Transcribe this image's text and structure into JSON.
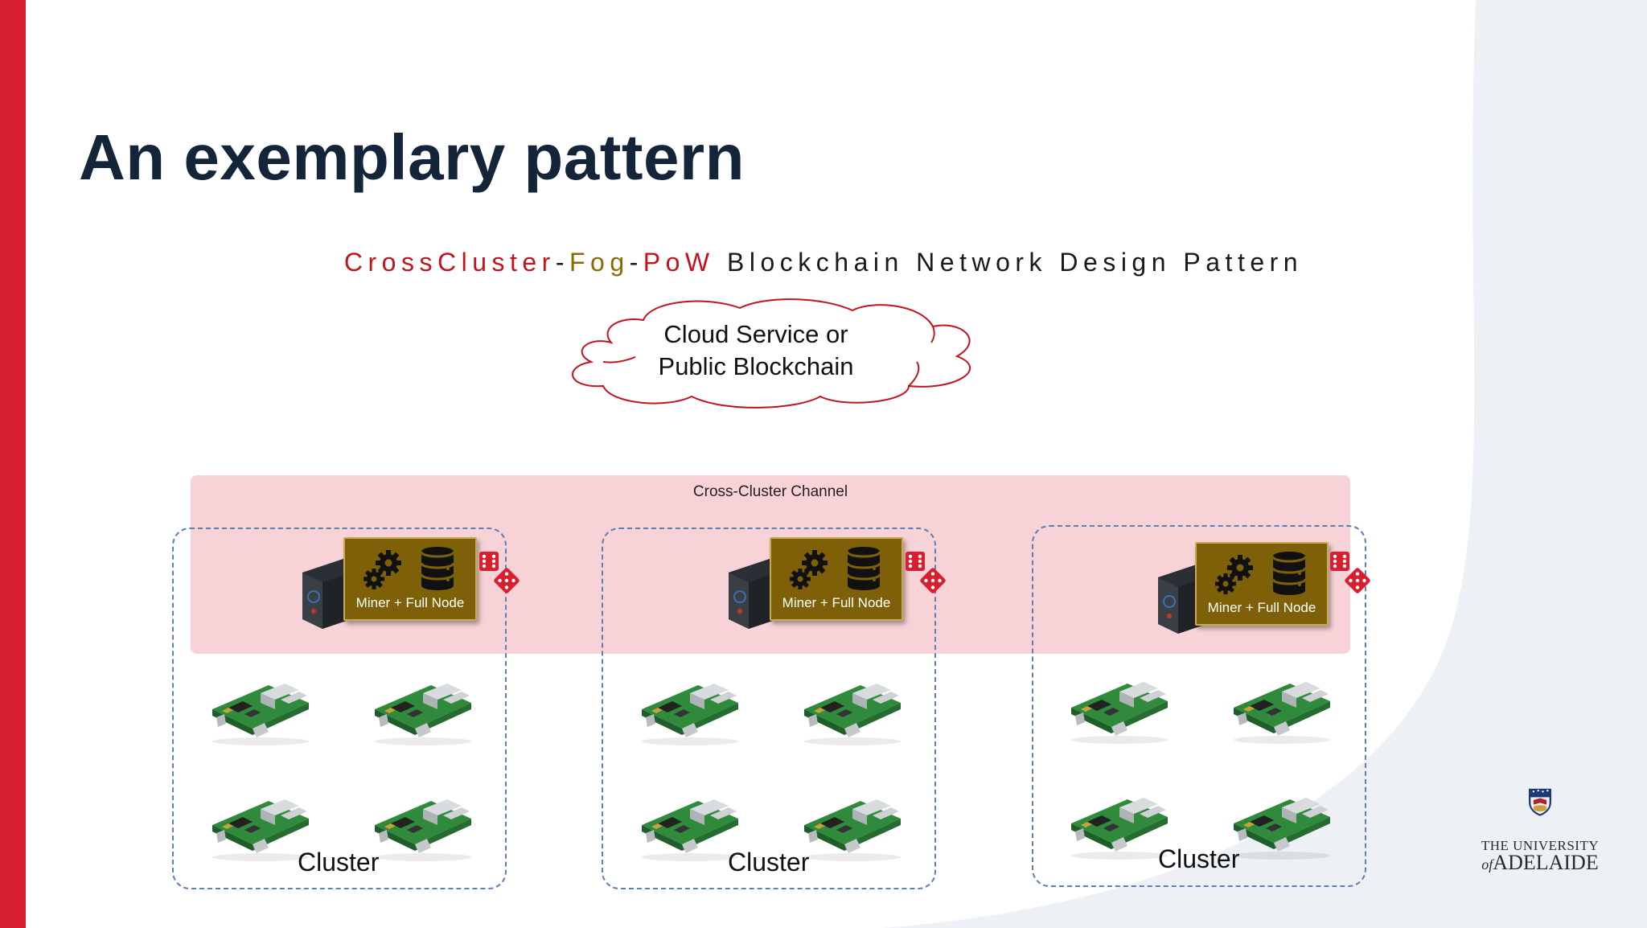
{
  "slide": {
    "title": "An exemplary pattern"
  },
  "diagram": {
    "subtitle_parts": [
      "CrossCluster",
      "-",
      "Fog",
      "-",
      "PoW",
      " Blockchain Network Design Pattern"
    ],
    "cloud_line1": "Cloud Service or",
    "cloud_line2": "Public Blockchain",
    "channel_label": "Cross-Cluster Channel",
    "clusters": [
      {
        "label": "Cluster",
        "node_label": "Miner + Full Node"
      },
      {
        "label": "Cluster",
        "node_label": "Miner + Full Node"
      },
      {
        "label": "Cluster",
        "node_label": "Miner + Full Node"
      }
    ]
  },
  "logo": {
    "line1": "THE UNIVERSITY",
    "line2_prefix": "of",
    "line2": "ADELAIDE"
  },
  "colors": {
    "accent_red": "#d71f2f",
    "title": "#14253a",
    "fog_gold": "#8a6b00",
    "node_box": "#7d6008",
    "channel_pink": "#f2b8be",
    "cluster_border": "#5d7fb1"
  }
}
